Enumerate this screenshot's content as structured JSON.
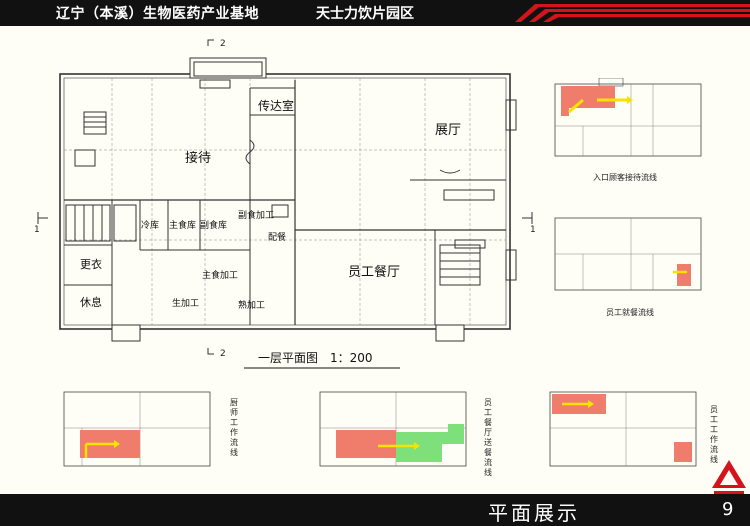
{
  "header": {
    "title_left": "辽宁（本溪）生物医药产业基地",
    "title_right": "天士力饮片园区"
  },
  "main_plan": {
    "caption": "一层平面图　1：200",
    "rooms": {
      "guard": "传达室",
      "exhibit": "展厅",
      "reception": "接待",
      "cold": "冷库",
      "main_store": "主食库",
      "side_store": "副食库",
      "side_process": "副食加工",
      "serve": "配餐",
      "staff_dining": "员工餐厅",
      "dress": "更衣",
      "rest": "休息",
      "main_process": "主食加工",
      "raw_process": "生加工",
      "cooked_process": "熟加工"
    },
    "section_marks": {
      "top": "2",
      "bottom": "2",
      "left": "1",
      "right": "1"
    }
  },
  "thumbnails": {
    "entry_guest": "入口顾客接待流线",
    "staff_dining": "员工就餐流线",
    "chef": "厨师工作流线",
    "dining_delivery": "员工餐厅送餐流线",
    "staff_work": "员工工作流线"
  },
  "footer": {
    "title": "平面展示",
    "page": "9"
  },
  "colors": {
    "flow_red": "#f07c6c",
    "flow_green": "#7ee07a",
    "arrow_yellow": "#f5e400",
    "header_bg": "#111111",
    "accent_red": "#d4141c"
  }
}
